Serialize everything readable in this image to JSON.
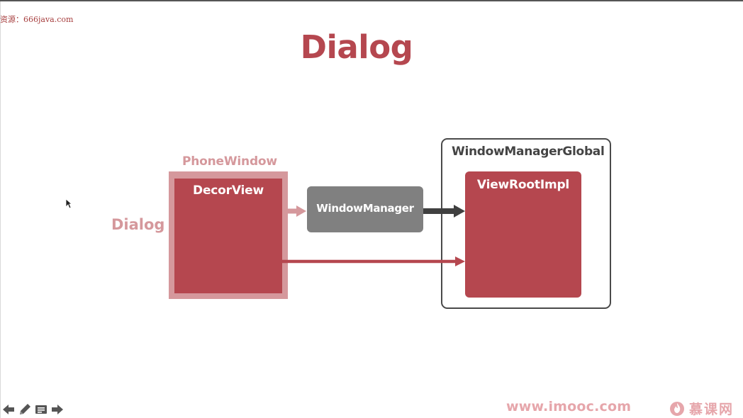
{
  "watermark": "资源：666java.com",
  "slide": {
    "title": "Dialog"
  },
  "diagram": {
    "dialog_label": "Dialog",
    "phone_window": {
      "caption": "PhoneWindow",
      "decor_view_label": "DecorView"
    },
    "window_manager": {
      "label": "WindowManager"
    },
    "window_manager_global": {
      "caption": "WindowManagerGlobal",
      "view_root_impl_label": "ViewRootImpl"
    },
    "colors": {
      "primary": "#b5474f",
      "light": "#d5989c",
      "grey_box": "#808080",
      "dark_arrow": "#404040",
      "container_border": "#4a4a4a"
    }
  },
  "toolbar": {
    "icons": [
      "back-arrow-icon",
      "pen-icon",
      "notes-icon",
      "forward-arrow-icon"
    ]
  },
  "footer": {
    "url": "www.imooc.com",
    "brand_name": "慕课网",
    "brand_color": "#e6a6ab"
  }
}
